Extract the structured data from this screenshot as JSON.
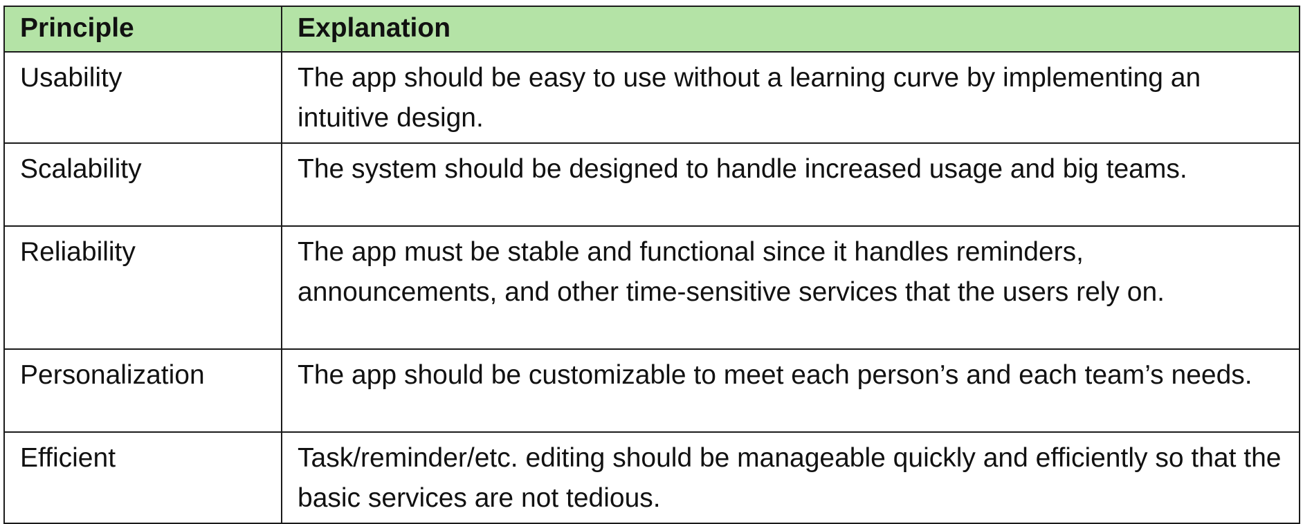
{
  "table": {
    "headers": {
      "principle": "Principle",
      "explanation": "Explanation"
    },
    "rows": [
      {
        "principle": "Usability",
        "explanation": "The app should be easy to use without a learning curve by implementing an intuitive design."
      },
      {
        "principle": "Scalability",
        "explanation": "The system should be designed to handle increased usage and big teams."
      },
      {
        "principle": "Reliability",
        "explanation": "The app must be stable and functional since it handles reminders, announcements, and other time-sensitive services that the users rely on."
      },
      {
        "principle": "Personalization",
        "explanation": "The app should be customizable to meet each person’s and each team’s needs."
      },
      {
        "principle": "Efficient",
        "explanation": "Task/reminder/etc. editing should be manageable quickly and efficiently so that the basic services are not tedious."
      }
    ],
    "colors": {
      "header_background": "#b4e3a6",
      "border": "#1a1a1a"
    }
  }
}
